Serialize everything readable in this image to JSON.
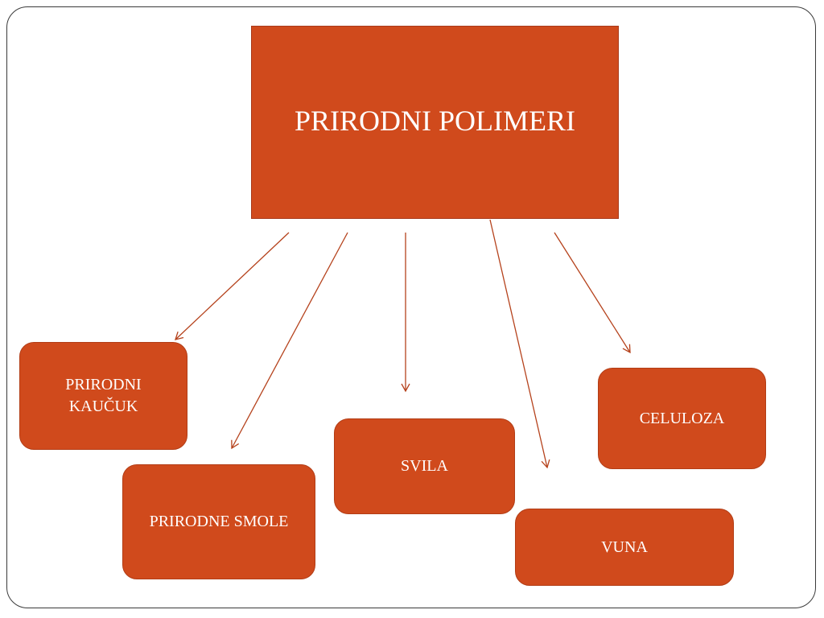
{
  "diagram": {
    "root": {
      "label": "PRIRODNI POLIMERI"
    },
    "children": [
      {
        "id": "kaucuk",
        "label": "PRIRODNI\nKAUČUK"
      },
      {
        "id": "smole",
        "label": "PRIRODNE SMOLE"
      },
      {
        "id": "svila",
        "label": "SVILA"
      },
      {
        "id": "vuna",
        "label": "VUNA"
      },
      {
        "id": "celuloza",
        "label": "CELULOZA"
      }
    ],
    "colors": {
      "node_fill": "#d04a1c",
      "node_border": "#b23d16",
      "arrow": "#b5421c",
      "text": "#ffffff"
    }
  }
}
